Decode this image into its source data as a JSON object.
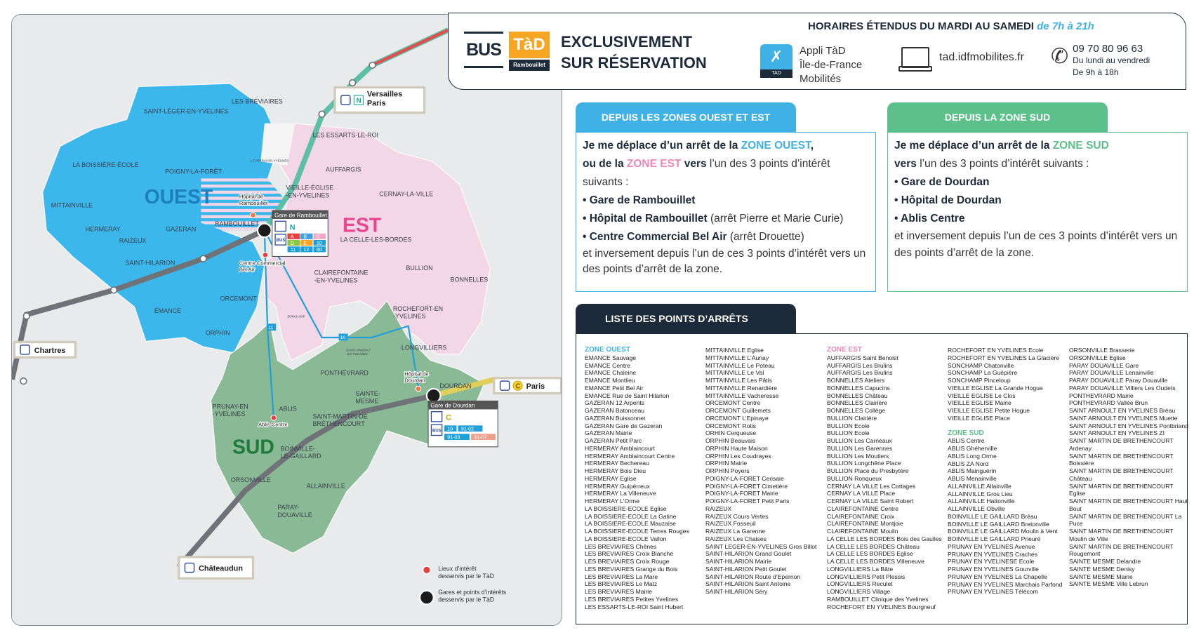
{
  "header": {
    "bus_logo": "BUS",
    "tad_logo": "TàD",
    "tad_sub": "Rambouillet",
    "title_line1": "EXCLUSIVEMENT",
    "title_line2": "SUR RÉSERVATION",
    "hours_label": "HORAIRES ÉTENDUS DU MARDI AU SAMEDI",
    "hours_value": "de 7h à 21h",
    "app_icon_label": "TAD",
    "app_line1": "Appli TàD",
    "app_line2": "Île-de-France",
    "app_line3": "Mobilités",
    "website": "tad.idfmobilites.fr",
    "phone": "09 70 80 96 63",
    "phone_days": "Du lundi au vendredi",
    "phone_hours": "De 9h à 18h"
  },
  "ouest_est": {
    "tab": "DEPUIS LES ZONES OUEST ET EST",
    "t1": "Je me déplace d’un arrêt de la ",
    "zone_ouest": "ZONE OUEST",
    "t2": "ou de la ",
    "zone_est": "ZONE EST",
    "t3": " vers",
    "t4": " l’un des 3 points d’intérêt suivants :",
    "p1": "• Gare de Rambouillet",
    "p2": "• Hôpital de Rambouillet",
    "p2b": " (arrêt Pierre et Marie Curie)",
    "p3": "• Centre Commercial Bel Air",
    "p3b": " (arrêt Drouette)",
    "end": "et inversement depuis l’un de ces 3 points d’intérêt vers un des points d’arrêt de la zone."
  },
  "sud": {
    "tab": "DEPUIS LA ZONE SUD",
    "t1": "Je me déplace d’un arrêt de la ",
    "zone_sud": "ZONE SUD",
    "t3": "vers",
    "t4": " l’un des 3 points d’intérêt suivants :",
    "p1": "• Gare de Dourdan",
    "p2": "• Hôpital de Dourdan",
    "p3": "• Ablis Centre",
    "end": "et inversement depuis l’un de ces 3 points d’intérêt vers un des points d’arrêt de la zone."
  },
  "stops": {
    "tab": "LISTE DES POINTS D’ARRÊTS",
    "columns": [
      [
        {
          "heading": "ZONE OUEST",
          "color": "#3fb1e5"
        },
        "EMANCE Sauvage",
        "EMANCE Centre",
        "EMANCE Chaleine",
        "EMANCE Montlieu",
        "EMANCE Petit Bel Air",
        "EMANCE Rue de Saint Hilarion",
        "GAZERAN 12 Arpents",
        "GAZERAN Batonceau",
        "GAZERAN Buissonnet",
        "GAZERAN Gare de Gazeran",
        "GAZERAN Mairie",
        "GAZERAN Petit Parc",
        "HERMERAY Amblaincourt",
        "HERMERAY Amblaincourt Centre",
        "HERMERAY Bechereau",
        "HERMERAY Bois Dieu",
        "HERMERAY Eglise",
        "HERMERAY Guipérreux",
        "HERMERAY La Villeneuve",
        "HERMERAY L’Orme",
        "LA BOISSIERE-ECOLE Eglise",
        "LA BOISSIERE-ECOLE La Gatine",
        "LA BOISSIERE-ECOLE Mauzaise",
        "LA BOISSIERE-ECOLE Terres Rouges",
        "LA BOISSIERE-ECOLE Vallon",
        "LES BREVIAIRES Chênes",
        "LES BREVIAIRES Croix Blanche",
        "LES BREVIAIRES Croix Rouge",
        "LES BREVIAIRES Grange du Bois",
        "LES BREVIAIRES La Mare",
        "LES BREVIAIRES Le Matz",
        "LES BREVIAIRES Mairie",
        "LES BREVIAIRES Petites Yvelines",
        "LES ESSARTS-LE-ROI Saint Hubert"
      ],
      [
        "MITTAINVILLE Eglise",
        "MITTAINVILLE L’Aunay",
        "MITTAINVILLE Le Poteau",
        "MITTAINVILLE Le Val",
        "MITTAINVILLE Les Pâtis",
        "MITTAINVILLE Renardière",
        "MITTAINVILLE Vacheresse",
        "ORCEMONT Centre",
        "ORCEMONT Guillemets",
        "ORCEMONT L’Epinaye",
        "ORCEMONT Rotis",
        "ORHIN Cerqueuse",
        "ORPHIN Beauvais",
        "ORPHIN Haute Maison",
        "ORPHIN Les Coudrayes",
        "ORPHIN Mairie",
        "ORPHIN Poyers",
        "POIGNY-LA-FORET Cerisaie",
        "POIGNY-LA-FORET Cimetière",
        "POIGNY-LA-FORET Mairie",
        "POIGNY-LA-FORET Petit Paris",
        "RAIZEUX",
        "RAIZEUX Cours Vertes",
        "RAIZEUX Fosseuil",
        "RAIZEUX La Garenne",
        "RAIZEUX Les Chaises",
        "SAINT LEGER-EN-YVELINES Gros Billot",
        "SAINT-HILARION Grand Goulet",
        "SAINT-HILARION Mairie",
        "SAINT-HILARION Petit Goulet",
        "SAINT-HILARION Route d’Epernon",
        "SAINT-HILARION Saint Antoine",
        "SAINT-HILARION Séry"
      ],
      [
        {
          "heading": "ZONE EST",
          "color": "#ee86b8"
        },
        "AUFFARGIS Saint Benoist",
        "AUFFARGIS Les Brulins",
        "AUFFARGIS Les Brulins",
        "BONNELLES Ateliers",
        "BONNELLES Capucins",
        "BONNELLES Château",
        "BONNELLES Clairière",
        "BONNELLES Collège",
        "BULLION Clairière",
        "BULLION Ecole",
        "BULLION Ecole",
        "BULLION Les Carneaux",
        "BULLION Les Garennes",
        "BULLION Les Moutiers",
        "BULLION Longchêne Place",
        "BULLION Place du Presbytère",
        "BULLION Ronqueux",
        "CERNAY LA VILLE Les Cottages",
        "CERNAY LA VILLE Place",
        "CERNAY LA VILLE Saint Robert",
        "CLAIREFONTAINE Centre",
        "CLAIREFONTAINE Croix",
        "CLAIREFONTAINE Montjoie",
        "CLAIREFONTAINE Moulin",
        "LA CELLE LES BORDES Bois des Gaulles",
        "LA CELLE LES BORDES Château",
        "LA CELLE LES BORDES Eglise",
        "LA CELLE LES BORDES Villeneuve",
        "LONGVILLIERS La Bâte",
        "LONGVILLIERS Petit Plessis",
        "LONGVILLIERS Reculet",
        "LONGVILLIERS Village",
        "RAMBOUILLET Clinique des Yvelines",
        "ROCHEFORT EN YVELINES Bourgneuf"
      ],
      [
        "ROCHEFORT EN YVELINES Ecole",
        "ROCHEFORT EN YVELINES La Glacière",
        "SONCHAMP Chatonville",
        "SONCHAMP La Guépière",
        "SONCHAMP Pinceloup",
        "VIEILLE EGLISE La Grande Hogue",
        "VIEILLE EGLISE Le Clos",
        "VIEILLE EGLISE Mairie",
        "VIEILLE EGLISE Petite Hogue",
        "VIEILLE EGLISE Place",
        {
          "heading": "ZONE SUD",
          "color": "#5cc08a"
        },
        "ABLIS Centre",
        "ABLIS Ghéherville",
        "ABLIS Long Orme",
        "ABLIS ZA Nord",
        "ABLIS Mainguérin",
        "ABLIS Menainville",
        "ALLAINVILLE Allainville",
        "ALLAINVILLE Gros Lieu",
        "ALLAINVILLE Hattonville",
        "ALLAINVILLE Obville",
        "BOINVILLE LE GAILLARD Bréau",
        "BOINVILLE LE GAILLARD Bretonville",
        "BOINVILLE LE GAILLARD Moulin à Vent",
        "BOINVILLE LE GAILLARD Prieuré",
        "PRUNAY EN YVELINES Avenue",
        "PRUNAY EN YVELINES Craches",
        "PRUNAY EN YVELINESE Ecole",
        "PRUNAY EN YVELINES Gourville",
        "PRUNAY EN YVELINES La Chapelle",
        "PRUNAY EN YVELINES Marchais Parfond",
        "PRUNAY EN YVELINES Télécom"
      ],
      [
        "ORSONVILLE Brasserie",
        "ORSONVILLE Eglise",
        "PARAY DOUAVILLE Gare",
        "PARAY DOUAVILLE Lenainville",
        "PARAY DOUAVILLE Paray Douaville",
        "PARAY DOUAVILLE Villiers Les Oudets",
        "PONTHEVRARD Mairie",
        "PONTHEVRARD Vallée Brun",
        "SAINT ARNOULT EN YVELINES Bréau",
        "SAINT ARNOULT EN YVELINES Muette",
        "SAINT ARNOULT EN YVELINES Pontbriand",
        "SAINT ARNOULT EN YVELINES ZI",
        "SAINT MARTIN DE BRETHENCOURT Ardenay",
        "SAINT MARTIN DE BRETHENCOURT Boissière",
        "SAINT MARTIN DE BRETHENCOURT Château",
        "SAINT MARTIN DE BRETHENCOURT Eglise",
        "SAINT MARTIN DE BRETHENCOURT Haut Bout",
        "SAINT MARTIN DE BRETHENCOURT La Puce",
        "SAINT MARTIN DE BRETHENCOURT Moulin de Ville",
        "SAINT MARTIN DE BRETHENCOURT Rougemont",
        "SAINTE MESME Delandre",
        "SAINTE MESME Denisy",
        "SAINTE MESME Mairie",
        "SAINTE MESME Ville Lebrun"
      ]
    ]
  },
  "map": {
    "zones": [
      "OUEST",
      "EST",
      "SUD"
    ],
    "towns": [
      "LES BRÉVIAIRES",
      "SAINT-LÉGER-EN-YVELINES",
      "LES ESSARTS-LE-ROI",
      "LA BOISSIÈRE-ÉCOLE",
      "POIGNY-LA-FORÊT",
      "AUFFARGIS",
      "VIEILLE-ÉGLISE\n-EN-YVELINES",
      "CERNAY-LA-VILLE",
      "MITTAINVILLE",
      "HERMERAY",
      "GAZERAN",
      "RAMBOUILLET",
      "RAIZEUX",
      "LA CELLE-LES-BORDES",
      "SAINT-HILARION",
      "BULLION",
      "CLAIREFONTAINE\n-EN-YVELINES",
      "BONNELLES",
      "ORCEMONT",
      "ROCHEFORT-EN\n-YVELINES",
      "ÉMANCE",
      "ORPHIN",
      "LONGVILLIERS",
      "PONTHÉVRARD",
      "DOURDAN",
      "SAINTE-\nMESME",
      "PRUNAY-EN\n-YVELINES",
      "ABLIS",
      "SAINT-MARTIN-DE\nBRÉTHENCOURT",
      "BOINVILLE-\nLE-GAILLARD",
      "ORSONVILLE",
      "ALLAINVILLE",
      "PARAY-\nDOUAVILLE",
      "SONCHAMP",
      "LE PERRAY-EN-YVELINES",
      "SAINT-ARNOULT\n-EN-YVELINES"
    ],
    "pois": [
      "Hôpital de\nRambouillet",
      "Centre Commercial\nBel Air",
      "Ablis Centre",
      "Hôpital de\nDourdan"
    ],
    "stations": [
      "Versailles\nParis",
      "Chartres",
      "Paris",
      "Châteaudun"
    ],
    "station_lines": [
      "N",
      "",
      "C",
      ""
    ],
    "gare_rambouillet": {
      "title": "Gare de Rambouillet",
      "train_line": "N",
      "bus_label": "BUS",
      "lines": [
        {
          "l": "A",
          "c": "#e83e3e"
        },
        {
          "l": "B",
          "c": "#3fa0e0"
        },
        {
          "l": "C",
          "c": "#f2a6c8"
        },
        {
          "l": "D",
          "c": "#8cc63f"
        },
        {
          "l": "E",
          "c": "#f6a623"
        },
        {
          "l": "10",
          "c": "#1ea0dc"
        },
        {
          "l": "11",
          "c": "#1ea0dc"
        },
        {
          "l": "12",
          "c": "#1ea0dc"
        },
        {
          "l": "60",
          "c": "#1ea0dc"
        }
      ]
    },
    "gare_dourdan": {
      "title": "Gare de Dourdan",
      "train_line": "C",
      "bus_label": "BUS",
      "lines": [
        {
          "l": "10",
          "c": "#1ea0dc"
        },
        {
          "l": "91-02",
          "c": "#1ea0dc"
        },
        {
          "l": "91-03",
          "c": "#1ea0dc"
        },
        {
          "l": "91-07",
          "c": "#f0a08a"
        }
      ]
    },
    "bus_line_labels": [
      "11",
      "10"
    ],
    "legend": {
      "poi": "Lieux d’intérêt\ndesservis par le TàD",
      "station": "Gares et points d’intérêts\ndesservis par le TàD"
    }
  }
}
